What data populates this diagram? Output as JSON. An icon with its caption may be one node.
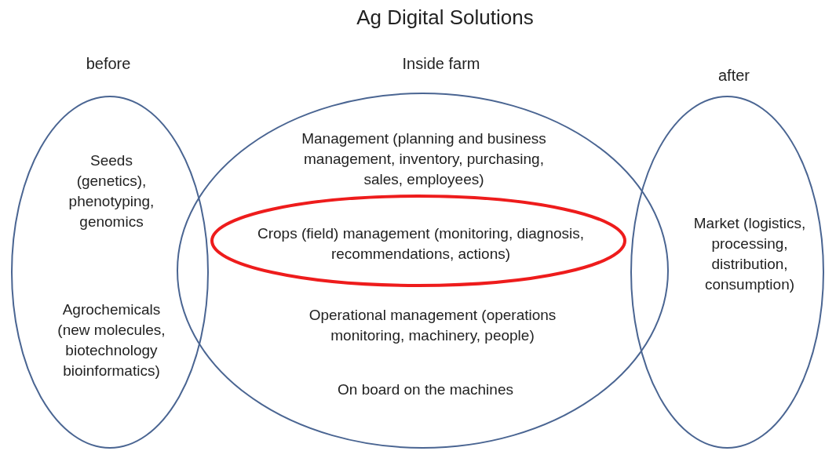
{
  "diagram": {
    "title": "Ag Digital Solutions",
    "nodes": [
      {
        "text": [
          "before",
          "Seeds (genetics), phenotyping, genomics",
          "Agrochemicals (new molecules, biotechnology bioinformatics)"
        ]
      },
      {
        "text": [
          "Inside farm",
          "Management (planning and business management, inventory, purchasing, sales, employees)",
          "Operational management (operations monitoring, machinery, people)",
          "On board on the machines"
        ]
      },
      {
        "text": [
          "Crops (field) management (monitoring, diagnosis, recommendations, actions)"
        ],
        "in": 1
      },
      {
        "text": [
          "after",
          "Market (logistics, processing, distribution, consumption)"
        ]
      }
    ]
  }
}
